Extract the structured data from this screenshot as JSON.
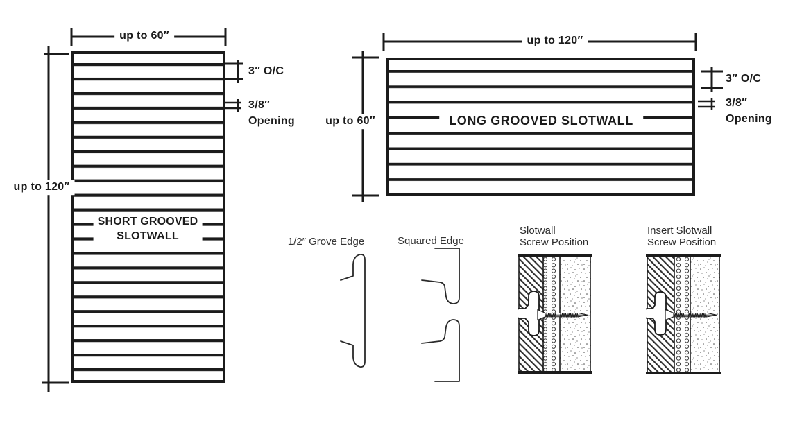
{
  "page": {
    "background": "#ffffff",
    "ink": "#1b1b1b"
  },
  "short_panel": {
    "name_line1": "SHORT GROOVED",
    "name_line2": "SLOTWALL",
    "width_label": "up to 60″",
    "height_label": "up to 120″",
    "oc_label": "3″ O/C",
    "opening_label_1": "3/8″",
    "opening_label_2": "Opening"
  },
  "long_panel": {
    "name": "LONG GROOVED SLOTWALL",
    "width_label": "up to 120″",
    "height_label": "up to 60″",
    "oc_label": "3″ O/C",
    "opening_label_1": "3/8″",
    "opening_label_2": "Opening"
  },
  "edge_profiles": {
    "grove_label": "1/2″ Grove Edge",
    "squared_label": "Squared Edge"
  },
  "screw_sections": {
    "slotwall_line1": "Slotwall",
    "slotwall_line2": "Screw Position",
    "insert_line1": "Insert Slotwall",
    "insert_line2": "Screw Position"
  }
}
